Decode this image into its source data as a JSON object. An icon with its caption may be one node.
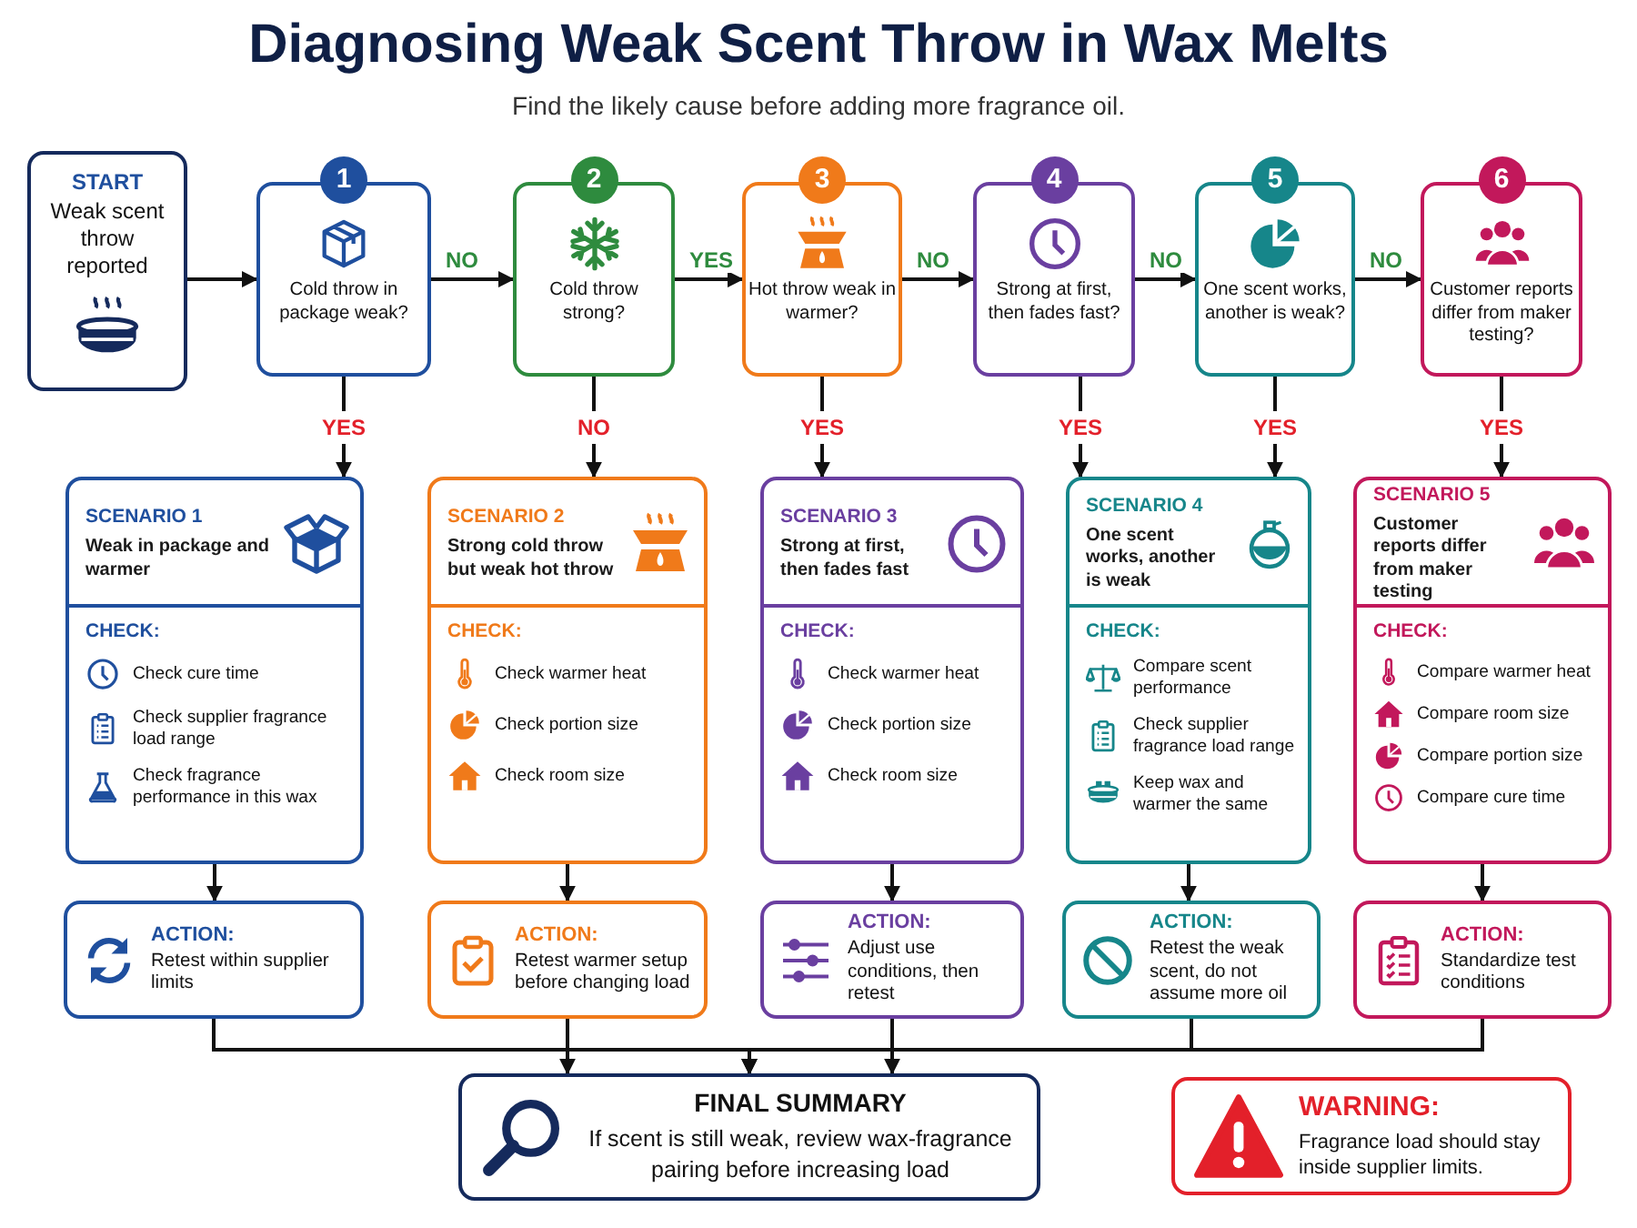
{
  "diagram": {
    "title": "Diagnosing Weak Scent Throw in Wax Melts",
    "nodes": [
      {
        "text": [
          "START",
          "Weak scent throw reported"
        ]
      },
      {
        "text": [
          "1",
          "Cold throw in package weak?"
        ]
      },
      {
        "text": [
          "2",
          "Cold throw strong?"
        ]
      },
      {
        "text": [
          "3",
          "Hot throw weak in warmer?"
        ]
      },
      {
        "text": [
          "4",
          "Strong at first, then fades fast?"
        ]
      },
      {
        "text": [
          "5",
          "One scent works, another is weak?"
        ]
      },
      {
        "text": [
          "6",
          "Customer reports differ from maker testing?"
        ]
      },
      {
        "text": [
          "SCENARIO 1",
          "Weak in package and warmer",
          "CHECK:",
          "Check cure time",
          "Check supplier fragrance load range",
          "Check fragrance performance in this wax"
        ]
      },
      {
        "text": [
          "SCENARIO 2",
          "Strong cold throw but weak hot throw",
          "CHECK:",
          "Check warmer heat",
          "Check portion size",
          "Check room size"
        ]
      },
      {
        "text": [
          "SCENARIO 3",
          "Strong at first, then fades fast",
          "CHECK:",
          "Check warmer heat",
          "Check portion size",
          "Check room size"
        ]
      },
      {
        "text": [
          "SCENARIO 4",
          "One scent works, another is weak",
          "CHECK:",
          "Compare scent performance",
          "Check supplier fragrance load range",
          "Keep wax and warmer the same"
        ]
      },
      {
        "text": [
          "SCENARIO 5",
          "Customer reports differ from maker testing",
          "CHECK:",
          "Compare warmer heat",
          "Compare room size",
          "Compare portion size",
          "Compare cure time"
        ]
      },
      {
        "text": [
          "ACTION:",
          "Retest within supplier limits"
        ]
      },
      {
        "text": [
          "ACTION:",
          "Retest warmer setup before changing load"
        ]
      },
      {
        "text": [
          "ACTION:",
          "Adjust use conditions, then retest"
        ]
      },
      {
        "text": [
          "ACTION:",
          "Retest the weak scent, do not assume more oil"
        ]
      },
      {
        "text": [
          "ACTION:",
          "Standardize test conditions"
        ]
      },
      {
        "text": [
          "FINAL SUMMARY",
          "If scent is still weak, review wax-fragrance pairing before increasing load"
        ]
      },
      {
        "text": [
          "WARNING:",
          "Fragrance load should stay inside supplier limits."
        ]
      }
    ],
    "edges": [
      {
        "from": 0,
        "to": 1,
        "arrow": "to"
      },
      {
        "from": 1,
        "to": 2,
        "label": "NO",
        "arrow": "to"
      },
      {
        "from": 2,
        "to": 3,
        "label": "YES",
        "arrow": "to"
      },
      {
        "from": 3,
        "to": 4,
        "label": "NO",
        "arrow": "to"
      },
      {
        "from": 4,
        "to": 5,
        "label": "NO",
        "arrow": "to"
      },
      {
        "from": 5,
        "to": 6,
        "label": "NO",
        "arrow": "to"
      },
      {
        "from": 1,
        "to": 7,
        "label": "YES",
        "arrow": "to"
      },
      {
        "from": 2,
        "to": 8,
        "label": "NO",
        "arrow": "to"
      },
      {
        "from": 3,
        "to": 9,
        "label": "YES",
        "arrow": "to"
      },
      {
        "from": 4,
        "to": 10,
        "label": "YES",
        "arrow": "to"
      },
      {
        "from": 5,
        "to": 10,
        "label": "YES",
        "arrow": "to"
      },
      {
        "from": 6,
        "to": 11,
        "label": "YES",
        "arrow": "to"
      },
      {
        "from": 7,
        "to": 12,
        "arrow": "to"
      },
      {
        "from": 8,
        "to": 13,
        "arrow": "to"
      },
      {
        "from": 9,
        "to": 14,
        "arrow": "to"
      },
      {
        "from": 10,
        "to": 15,
        "arrow": "to"
      },
      {
        "from": 11,
        "to": 16,
        "arrow": "to"
      },
      {
        "from": 12,
        "to": 17,
        "arrow": "to"
      },
      {
        "from": 13,
        "to": 17,
        "arrow": "to"
      },
      {
        "from": 14,
        "to": 17,
        "arrow": "to"
      },
      {
        "from": 15,
        "to": 17,
        "arrow": "to"
      },
      {
        "from": 16,
        "to": 17,
        "arrow": "to"
      }
    ],
    "labels": [
      "Find the likely cause before adding more fragrance oil."
    ]
  }
}
